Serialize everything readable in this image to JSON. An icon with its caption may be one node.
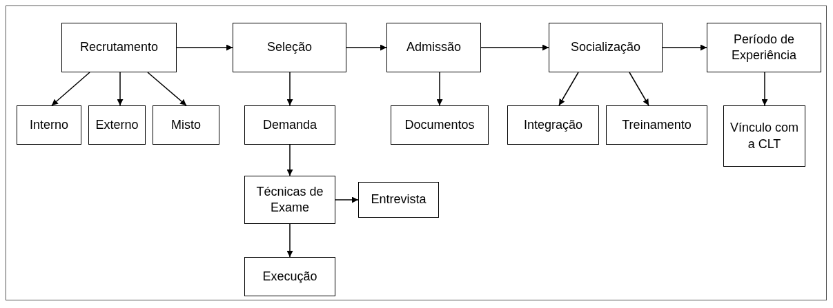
{
  "diagram": {
    "nodes": [
      {
        "text": [
          "Recrutamento"
        ]
      },
      {
        "text": [
          "Seleção"
        ]
      },
      {
        "text": [
          "Admissão"
        ]
      },
      {
        "text": [
          "Socialização"
        ]
      },
      {
        "text": [
          "Período de Experiência"
        ]
      },
      {
        "text": [
          "Interno"
        ]
      },
      {
        "text": [
          "Externo"
        ]
      },
      {
        "text": [
          "Misto"
        ]
      },
      {
        "text": [
          "Demanda"
        ]
      },
      {
        "text": [
          "Documentos"
        ]
      },
      {
        "text": [
          "Integração"
        ]
      },
      {
        "text": [
          "Treinamento"
        ]
      },
      {
        "text": [
          "Vínculo com a CLT"
        ]
      },
      {
        "text": [
          "Técnicas de Exame"
        ]
      },
      {
        "text": [
          "Entrevista"
        ]
      },
      {
        "text": [
          "Execução"
        ]
      }
    ],
    "edges": [
      {
        "from": 0,
        "to": 1,
        "arrow": "to"
      },
      {
        "from": 1,
        "to": 2,
        "arrow": "to"
      },
      {
        "from": 2,
        "to": 3,
        "arrow": "to"
      },
      {
        "from": 3,
        "to": 4,
        "arrow": "to"
      },
      {
        "from": 0,
        "to": 5,
        "arrow": "to"
      },
      {
        "from": 0,
        "to": 6,
        "arrow": "to"
      },
      {
        "from": 0,
        "to": 7,
        "arrow": "to"
      },
      {
        "from": 1,
        "to": 8,
        "arrow": "to"
      },
      {
        "from": 2,
        "to": 9,
        "arrow": "to"
      },
      {
        "from": 3,
        "to": 10,
        "arrow": "to"
      },
      {
        "from": 3,
        "to": 11,
        "arrow": "to"
      },
      {
        "from": 4,
        "to": 12,
        "arrow": "to"
      },
      {
        "from": 8,
        "to": 13,
        "arrow": "to"
      },
      {
        "from": 13,
        "to": 14,
        "arrow": "to"
      },
      {
        "from": 13,
        "to": 15,
        "arrow": "to"
      }
    ]
  }
}
